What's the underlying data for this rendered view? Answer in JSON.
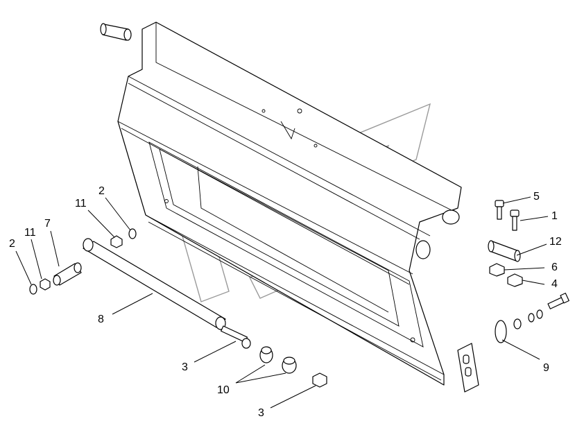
{
  "diagram": {
    "callouts": [
      {
        "id": "c5",
        "text": "5"
      },
      {
        "id": "c1",
        "text": "1"
      },
      {
        "id": "c12",
        "text": "12"
      },
      {
        "id": "c6",
        "text": "6"
      },
      {
        "id": "c4",
        "text": "4"
      },
      {
        "id": "c9",
        "text": "9"
      },
      {
        "id": "c2a",
        "text": "2"
      },
      {
        "id": "c11a",
        "text": "11"
      },
      {
        "id": "c2b",
        "text": "2"
      },
      {
        "id": "c11b",
        "text": "11"
      },
      {
        "id": "c7",
        "text": "7"
      },
      {
        "id": "c8",
        "text": "8"
      },
      {
        "id": "c3a",
        "text": "3"
      },
      {
        "id": "c10",
        "text": "10"
      },
      {
        "id": "c3b",
        "text": "3"
      }
    ],
    "colors": {
      "line": "#000000",
      "watermark": "#9a9a9a",
      "background": "#ffffff"
    }
  }
}
